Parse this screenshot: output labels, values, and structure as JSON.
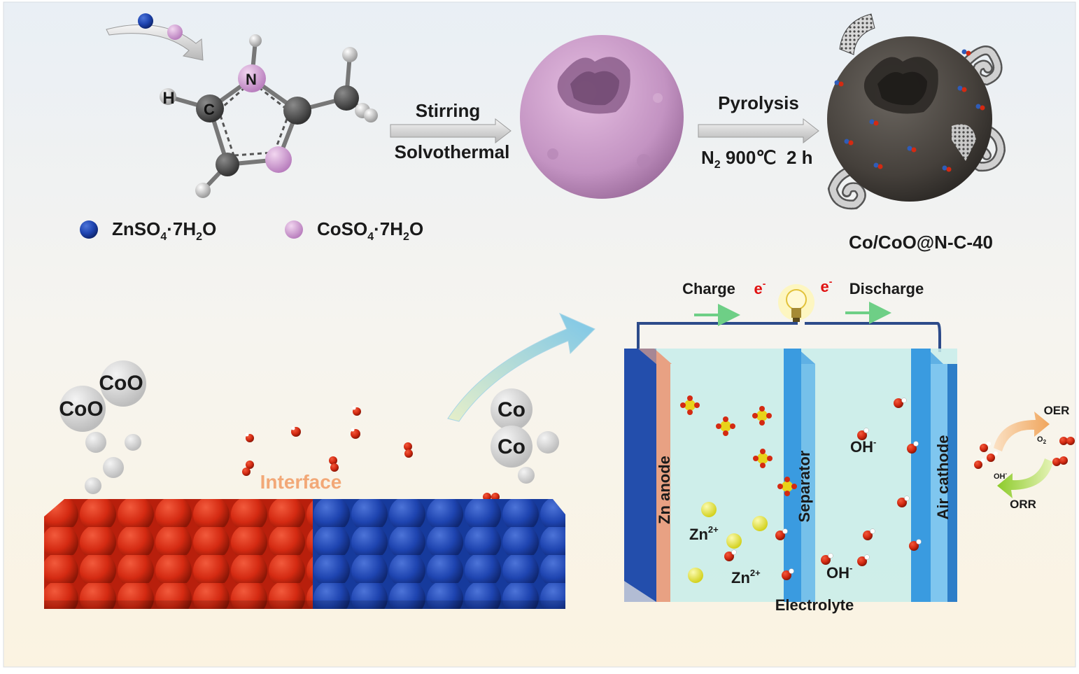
{
  "synthesis": {
    "atom_h": "H",
    "atom_n": "N",
    "atom_c": "C",
    "step1_top": "Stirring",
    "step1_bottom": "Solvothermal",
    "step2_top": "Pyrolysis",
    "step2_n": "N",
    "step2_n_sub": "2",
    "step2_rest": " 900℃  2 h",
    "reagent1": {
      "a": "ZnSO",
      "a_sub": "4",
      "b": "·7H",
      "b_sub": "2",
      "c": "O",
      "color": "#2f5cb8"
    },
    "reagent2": {
      "a": "CoSO",
      "a_sub": "4",
      "b": "·7H",
      "b_sub": "2",
      "c": "O",
      "color": "#c9a0cf"
    },
    "product": "Co/CoO@N-C-40"
  },
  "interface": {
    "coo_1": "CoO",
    "coo_2": "CoO",
    "co_1": "Co",
    "co_2": "Co",
    "label": "Interface",
    "left_color": "#d42a12",
    "right_color": "#1e44b0"
  },
  "battery": {
    "charge": "Charge",
    "discharge": "Discharge",
    "electron_left": "e",
    "electron_right": "e",
    "electron_sup": "-",
    "zn_anode": "Zn anode",
    "separator": "Separator",
    "air_cathode": "Air cathode",
    "zn_ion_1": "Zn",
    "zn_ion_2": "Zn",
    "zn_sup": "2+",
    "oh_1": "OH",
    "oh_2": "OH",
    "oh_sup": "-",
    "electrolyte": "Electrolyte",
    "oer": "OER",
    "orr": "ORR",
    "o2": "O",
    "o2_sub": "2",
    "oh_cycle": "OH",
    "oh_cycle_sup": "-"
  }
}
